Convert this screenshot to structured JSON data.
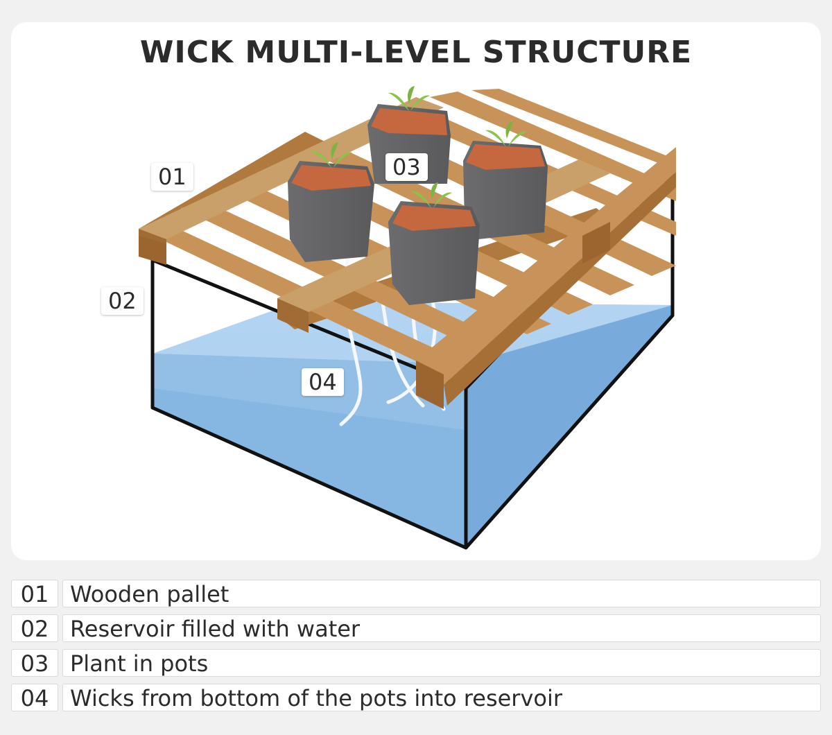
{
  "title": "WICK MULTI-LEVEL STRUCTURE",
  "labels": {
    "pallet": "01",
    "reservoir": "02",
    "pots": "03",
    "wicks": "04"
  },
  "legend": [
    {
      "num": "01",
      "text": "Wooden pallet"
    },
    {
      "num": "02",
      "text": "Reservoir filled with water"
    },
    {
      "num": "03",
      "text": "Plant in pots"
    },
    {
      "num": "04",
      "text": "Wicks from bottom of the pots into reservoir"
    }
  ],
  "colors": {
    "wood": "#c28a4b",
    "wood_dark": "#a36f35",
    "water": "#7fb1de",
    "water_dark": "#6d9fd2",
    "pot": "#6d6d6f",
    "soil": "#c5673f",
    "leaf": "#8bc34a"
  }
}
